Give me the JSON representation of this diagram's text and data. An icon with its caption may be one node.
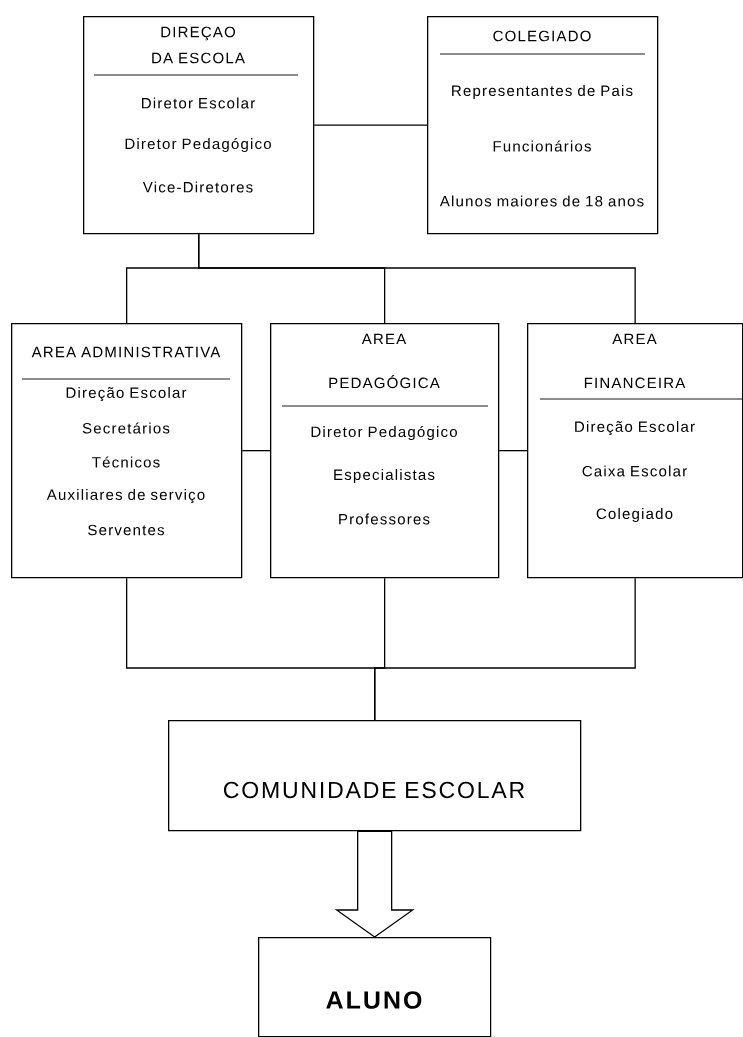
{
  "diagram": {
    "nodes": [
      {
        "text": [
          "DIREÇAO DA ESCOLA",
          "Diretor Escolar",
          "Diretor Pedagógico",
          "Vice-Diretores"
        ]
      },
      {
        "text": [
          "COLEGIADO",
          "Representantes de Pais",
          "Funcionários",
          "Alunos maiores de 18 anos"
        ]
      },
      {
        "text": [
          "AREA ADMINISTRATIVA",
          "Direção Escolar",
          "Secretários",
          "Técnicos",
          "Auxiliares de serviço",
          "Serventes"
        ]
      },
      {
        "text": [
          "AREA PEDAGÓGICA",
          "Diretor Pedagógico",
          "Especialistas",
          "Professores"
        ]
      },
      {
        "text": [
          "AREA FINANCEIRA",
          "Direção Escolar",
          "Caixa Escolar",
          "Colegiado"
        ]
      },
      {
        "text": [
          "COMUNIDADE ESCOLAR"
        ]
      },
      {
        "text": [
          "ALUNO"
        ]
      }
    ],
    "edges": [
      {
        "from": 0,
        "to": 1,
        "arrow": "none"
      },
      {
        "from": 0,
        "to": 2,
        "arrow": "none"
      },
      {
        "from": 0,
        "to": 3,
        "arrow": "none"
      },
      {
        "from": 0,
        "to": 4,
        "arrow": "none"
      },
      {
        "from": 2,
        "to": 3,
        "arrow": "none"
      },
      {
        "from": 3,
        "to": 4,
        "arrow": "none"
      },
      {
        "from": 2,
        "to": 5,
        "arrow": "none"
      },
      {
        "from": 3,
        "to": 5,
        "arrow": "none"
      },
      {
        "from": 4,
        "to": 5,
        "arrow": "none"
      },
      {
        "from": 5,
        "to": 6,
        "arrow": "to"
      }
    ]
  }
}
